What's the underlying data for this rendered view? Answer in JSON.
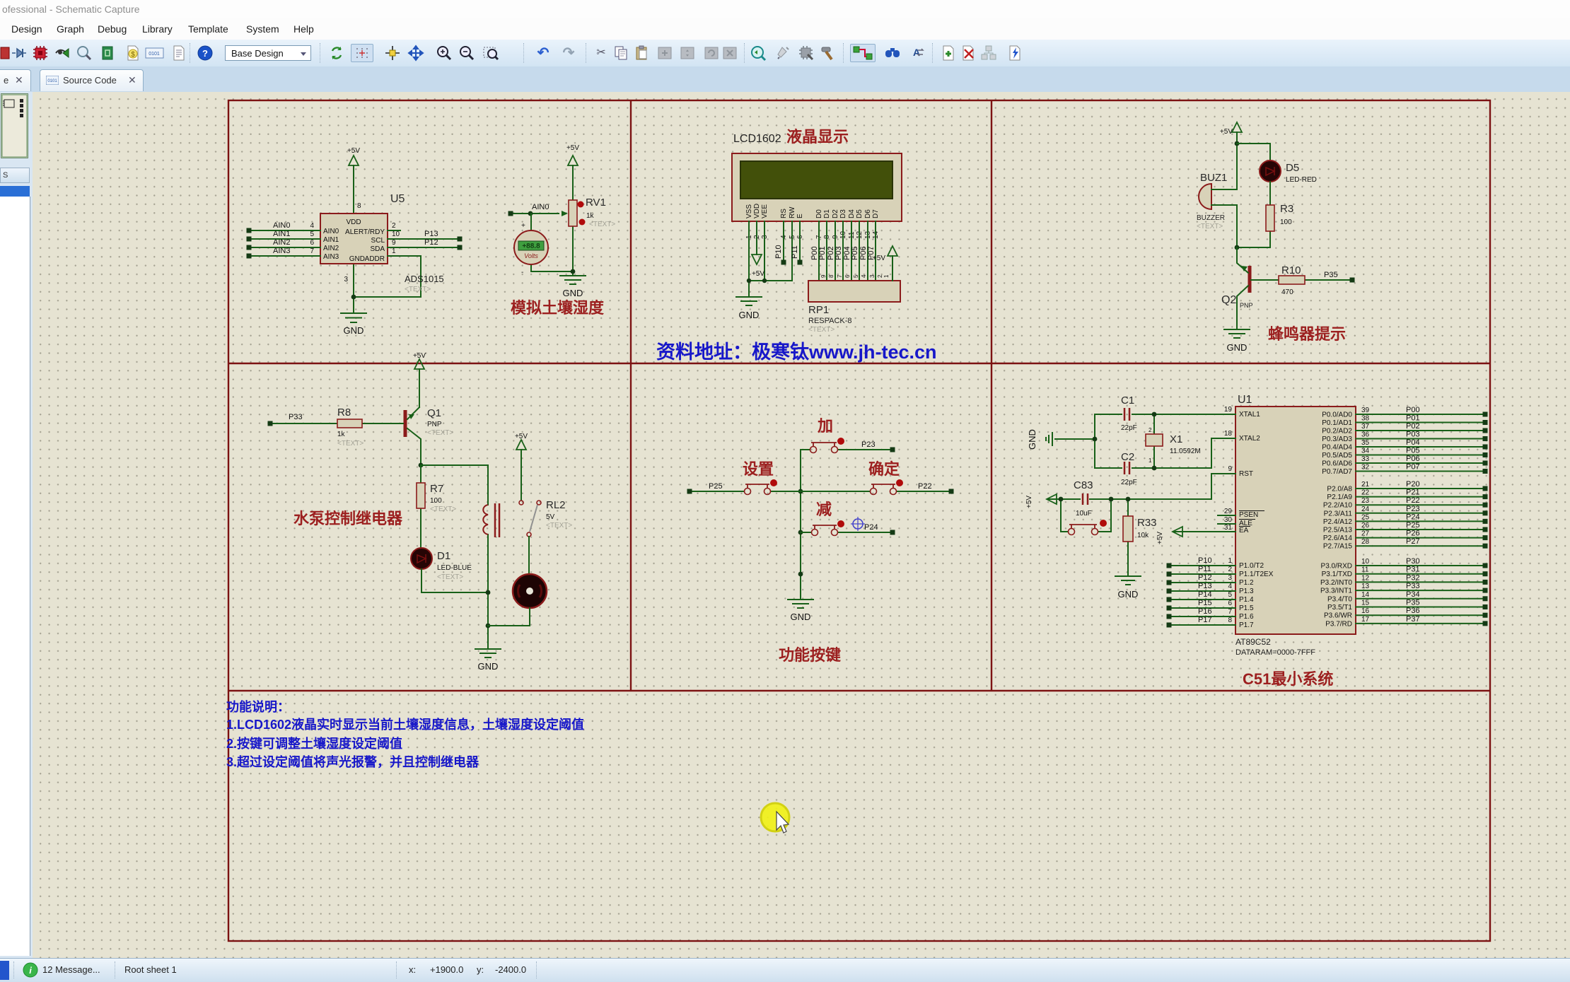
{
  "window": {
    "title": "ofessional - Schematic Capture"
  },
  "menu": {
    "items": [
      "Design",
      "Graph",
      "Debug",
      "Library",
      "Template",
      "System",
      "Help"
    ]
  },
  "toolbar": {
    "combo_value": "Base Design",
    "help_glyph": "?",
    "binary_glyph": "0101",
    "icons": [
      "clipped-icon",
      "diode-icon",
      "ic-icon",
      "eye-icon",
      "net-magnifier-icon",
      "pcb-icon",
      "bom-icon",
      "binary-icon",
      "textdoc-icon",
      "help-icon",
      "refresh-icon",
      "grid-icon",
      "origin-icon",
      "pan-icon",
      "zoom-in-icon",
      "zoom-out-icon",
      "zoom-area-icon",
      "undo-icon",
      "redo-icon",
      "cut-icon",
      "copy-icon",
      "paste-icon",
      "block-copy-icon",
      "block-move-icon",
      "block-rotate-icon",
      "block-delete-icon",
      "zoom-fit-icon",
      "goto-icon",
      "chip-edit-icon",
      "hammer-icon",
      "route-mode-icon",
      "search-icon",
      "find-replace-icon",
      "new-sheet-icon",
      "delete-sheet-icon",
      "hierarchy-icon",
      "erc-icon"
    ]
  },
  "tabs": [
    {
      "label": "e"
    },
    {
      "label": "Source Code"
    }
  ],
  "sidebar": {
    "panel_header": "S"
  },
  "status": {
    "messages": "12 Message...",
    "sheet": "Root sheet 1",
    "x_label": "x:",
    "x_value": "+1900.0",
    "y_label": "y:",
    "y_value": "-2400.0"
  },
  "colors": {
    "wire": "#186018",
    "component": "#8b1b1b",
    "body_fill": "#d8d2b8",
    "section_label": "#9c1f1f",
    "note_blue": "#1717c9",
    "canvas": "#e6e3d2"
  },
  "schematic": {
    "watermark": "资料地址：极寒钛www.jh-tec.cn",
    "notes": {
      "title": "功能说明：",
      "lines": [
        "1.LCD1602液晶实时显示当前土壤湿度信息，土壤湿度设定阈值",
        "2.按键可调整土壤湿度设定阈值",
        "3.超过设定阈值将声光报警，并且控制继电器"
      ]
    },
    "labels": {
      "moisture": "模拟土壤湿度",
      "lcd_cn": "液晶显示",
      "buzzer": "蜂鸣器提示",
      "relay": "水泵控制继电器",
      "keys": "功能按键",
      "mcu": "C51最小系统"
    },
    "u5": {
      "ref": "U5",
      "part": "ADS1015",
      "text": "<TEXT>",
      "vdd": "VDD",
      "gnd_label": "GND",
      "addr": "ADDR",
      "pwr": "+5V",
      "gnd": "GND",
      "top_num": "8",
      "bot_num": "3",
      "left": [
        {
          "net": "AIN0",
          "num": "4",
          "name": "AIN0"
        },
        {
          "net": "AIN1",
          "num": "5",
          "name": "AIN1"
        },
        {
          "net": "AIN2",
          "num": "6",
          "name": "AIN2"
        },
        {
          "net": "AIN3",
          "num": "7",
          "name": "AIN3"
        }
      ],
      "right": [
        {
          "num": "2",
          "name": "ALERT/RDY"
        },
        {
          "num": "10",
          "name": "SCL",
          "net": "P13"
        },
        {
          "num": "9",
          "name": "SDA",
          "net": "P12"
        },
        {
          "num": "1",
          "name": "ADDR"
        }
      ]
    },
    "pot": {
      "ref": "RV1",
      "value": "1k",
      "text": "<TEXT>",
      "net": "AIN0",
      "pwr": "+5V",
      "gnd": "GND",
      "meter_value": "+88.8",
      "meter_unit": "Volts",
      "plus": "+",
      "minus": "-"
    },
    "lcd": {
      "ref": "LCD1602",
      "pins": [
        {
          "name": "VSS",
          "num": "1"
        },
        {
          "name": "VDD",
          "num": "2"
        },
        {
          "name": "VEE",
          "num": "3"
        },
        {
          "name": "RS",
          "num": "4"
        },
        {
          "name": "RW",
          "num": "5"
        },
        {
          "name": "E",
          "num": "6"
        },
        {
          "name": "D0",
          "num": "7"
        },
        {
          "name": "D1",
          "num": "8"
        },
        {
          "name": "D2",
          "num": "9"
        },
        {
          "name": "D3",
          "num": "10"
        },
        {
          "name": "D4",
          "num": "11"
        },
        {
          "name": "D5",
          "num": "12"
        },
        {
          "name": "D6",
          "num": "13"
        },
        {
          "name": "D7",
          "num": "14"
        }
      ],
      "net_rs": "P10",
      "net_e": "P11",
      "d_nets": [
        "P00",
        "P01",
        "P02",
        "P03",
        "P04",
        "P05",
        "P06",
        "P07"
      ],
      "rp_nums": [
        "9",
        "8",
        "7",
        "6",
        "5",
        "4",
        "3",
        "2"
      ],
      "rp_pin1": "1",
      "rp_ref": "RP1",
      "rp_part": "RESPACK-8",
      "text": "<TEXT>",
      "pwr": "+5V",
      "gnd": "GND"
    },
    "keys": {
      "buttons": [
        {
          "label": "加",
          "net": "P23"
        },
        {
          "label": "设置",
          "net": "P25"
        },
        {
          "label": "确定",
          "net": "P22"
        },
        {
          "label": "减",
          "net": "P24"
        }
      ],
      "gnd": "GND"
    },
    "relay": {
      "pwr": "+5V",
      "gnd": "GND",
      "q1": {
        "ref": "Q1",
        "type": "PNP",
        "text": "<TEXT>"
      },
      "r8": {
        "ref": "R8",
        "value": "1k",
        "text": "<TEXT>",
        "net": "P33"
      },
      "r7": {
        "ref": "R7",
        "value": "100",
        "text": "<TEXT>"
      },
      "d1": {
        "ref": "D1",
        "part": "LED-BLUE",
        "text": "<TEXT>"
      },
      "rl2": {
        "ref": "RL2",
        "value": "5V",
        "text": "<TEXT>"
      }
    },
    "buzzer": {
      "pwr": "+5V",
      "gnd": "GND",
      "buz": {
        "ref": "BUZ1",
        "part": "BUZZER",
        "text": "<TEXT>"
      },
      "d5": {
        "ref": "D5",
        "part": "LED-RED"
      },
      "r3": {
        "ref": "R3",
        "value": "100"
      },
      "r10": {
        "ref": "R10",
        "value": "470",
        "net": "P35"
      },
      "q2": {
        "ref": "Q2",
        "type": "PNP"
      }
    },
    "mcu": {
      "ref": "U1",
      "part": "AT89C52",
      "ram": "DATARAM=0000-7FFF",
      "xtal": {
        "c1": "C1",
        "c1v": "22pF",
        "c2": "C2",
        "c2v": "22pF",
        "x1": "X1",
        "x1v": "11.0592M",
        "gnd": "GND",
        "pin2": "2",
        "pin1": "1"
      },
      "reset": {
        "c83": "C83",
        "c83v": "10uF",
        "r33": "R33",
        "r33v": "10k",
        "pwr": "+5V",
        "gnd": "GND"
      },
      "left_pins": [
        {
          "num": "19",
          "name": "XTAL1"
        },
        {
          "num": "18",
          "name": "XTAL2"
        },
        {
          "num": "9",
          "name": "RST"
        },
        {
          "num": "29",
          "name": "PSEN"
        },
        {
          "num": "30",
          "name": "ALE"
        },
        {
          "num": "31",
          "name": "EA"
        }
      ],
      "ea_pwr": "+5V",
      "p1_rows": [
        {
          "net": "P10",
          "num": "1",
          "name": "P1.0/T2"
        },
        {
          "net": "P11",
          "num": "2",
          "name": "P1.1/T2EX"
        },
        {
          "net": "P12",
          "num": "3",
          "name": "P1.2"
        },
        {
          "net": "P13",
          "num": "4",
          "name": "P1.3"
        },
        {
          "net": "P14",
          "num": "5",
          "name": "P1.4"
        },
        {
          "net": "P15",
          "num": "6",
          "name": "P1.5"
        },
        {
          "net": "P16",
          "num": "7",
          "name": "P1.6"
        },
        {
          "net": "P17",
          "num": "8",
          "name": "P1.7"
        }
      ],
      "p0_rows": [
        {
          "num": "39",
          "net": "P00",
          "name": "P0.0/AD0"
        },
        {
          "num": "38",
          "net": "P01",
          "name": "P0.1/AD1"
        },
        {
          "num": "37",
          "net": "P02",
          "name": "P0.2/AD2"
        },
        {
          "num": "36",
          "net": "P03",
          "name": "P0.3/AD3"
        },
        {
          "num": "35",
          "net": "P04",
          "name": "P0.4/AD4"
        },
        {
          "num": "34",
          "net": "P05",
          "name": "P0.5/AD5"
        },
        {
          "num": "33",
          "net": "P06",
          "name": "P0.6/AD6"
        },
        {
          "num": "32",
          "net": "P07",
          "name": "P0.7/AD7"
        }
      ],
      "p2_rows": [
        {
          "num": "21",
          "net": "P20",
          "name": "P2.0/A8"
        },
        {
          "num": "22",
          "net": "P21",
          "name": "P2.1/A9"
        },
        {
          "num": "23",
          "net": "P22",
          "name": "P2.2/A10"
        },
        {
          "num": "24",
          "net": "P23",
          "name": "P2.3/A11"
        },
        {
          "num": "25",
          "net": "P24",
          "name": "P2.4/A12"
        },
        {
          "num": "26",
          "net": "P25",
          "name": "P2.5/A13"
        },
        {
          "num": "27",
          "net": "P26",
          "name": "P2.6/A14"
        },
        {
          "num": "28",
          "net": "P27",
          "name": "P2.7/A15"
        }
      ],
      "p3_rows": [
        {
          "num": "10",
          "net": "P30",
          "name": "P3.0/RXD"
        },
        {
          "num": "11",
          "net": "P31",
          "name": "P3.1/TXD"
        },
        {
          "num": "12",
          "net": "P32",
          "name": "P3.2/INT0"
        },
        {
          "num": "13",
          "net": "P33",
          "name": "P3.3/INT1"
        },
        {
          "num": "14",
          "net": "P34",
          "name": "P3.4/T0"
        },
        {
          "num": "15",
          "net": "P35",
          "name": "P3.5/T1"
        },
        {
          "num": "16",
          "net": "P36",
          "name": "P3.6/WR"
        },
        {
          "num": "17",
          "net": "P37",
          "name": "P3.7/RD"
        }
      ]
    }
  }
}
